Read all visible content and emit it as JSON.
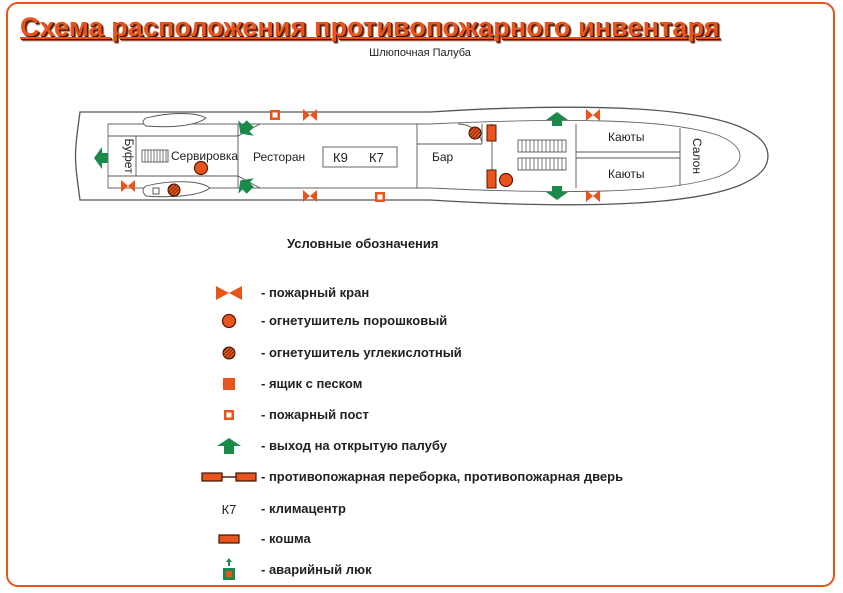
{
  "title": "Схема расположения противопожарного инвентаря",
  "subtitle": "Шлюпочная Палуба",
  "deck_labels": {
    "buffet": "Буфет",
    "servery": "Сервировка",
    "restaurant": "Ресторан",
    "climate_a": "К9",
    "climate_b": "К7",
    "bar": "Бар",
    "cabins_top": "Каюты",
    "cabins_bottom": "Каюты",
    "salon": "Салон"
  },
  "legend": {
    "title": "Условные обозначения",
    "items": [
      {
        "icon": "fire-hydrant-icon",
        "label": "- пожарный кран"
      },
      {
        "icon": "powder-extinguisher-icon",
        "label": "- огнетушитель порошковый"
      },
      {
        "icon": "co2-extinguisher-icon",
        "label": "- огнетушитель  углекислотный"
      },
      {
        "icon": "sand-box-icon",
        "label": "- ящик с песком"
      },
      {
        "icon": "fire-station-icon",
        "label": "- пожарный пост"
      },
      {
        "icon": "exit-arrow-icon",
        "label": "- выход на открытую палубу"
      },
      {
        "icon": "fire-partition-icon",
        "label": "- противопожарная переборка, противопожарная дверь"
      },
      {
        "icon": "climate-center-icon",
        "label": "- климацентр",
        "symbol": "К7"
      },
      {
        "icon": "fire-blanket-icon",
        "label": "- кошма"
      },
      {
        "icon": "emergency-hatch-icon",
        "label": "- аварийный люк"
      }
    ]
  },
  "colors": {
    "accent": "#e8541c",
    "exit_green": "#1a8a4a",
    "outline": "#555555"
  }
}
